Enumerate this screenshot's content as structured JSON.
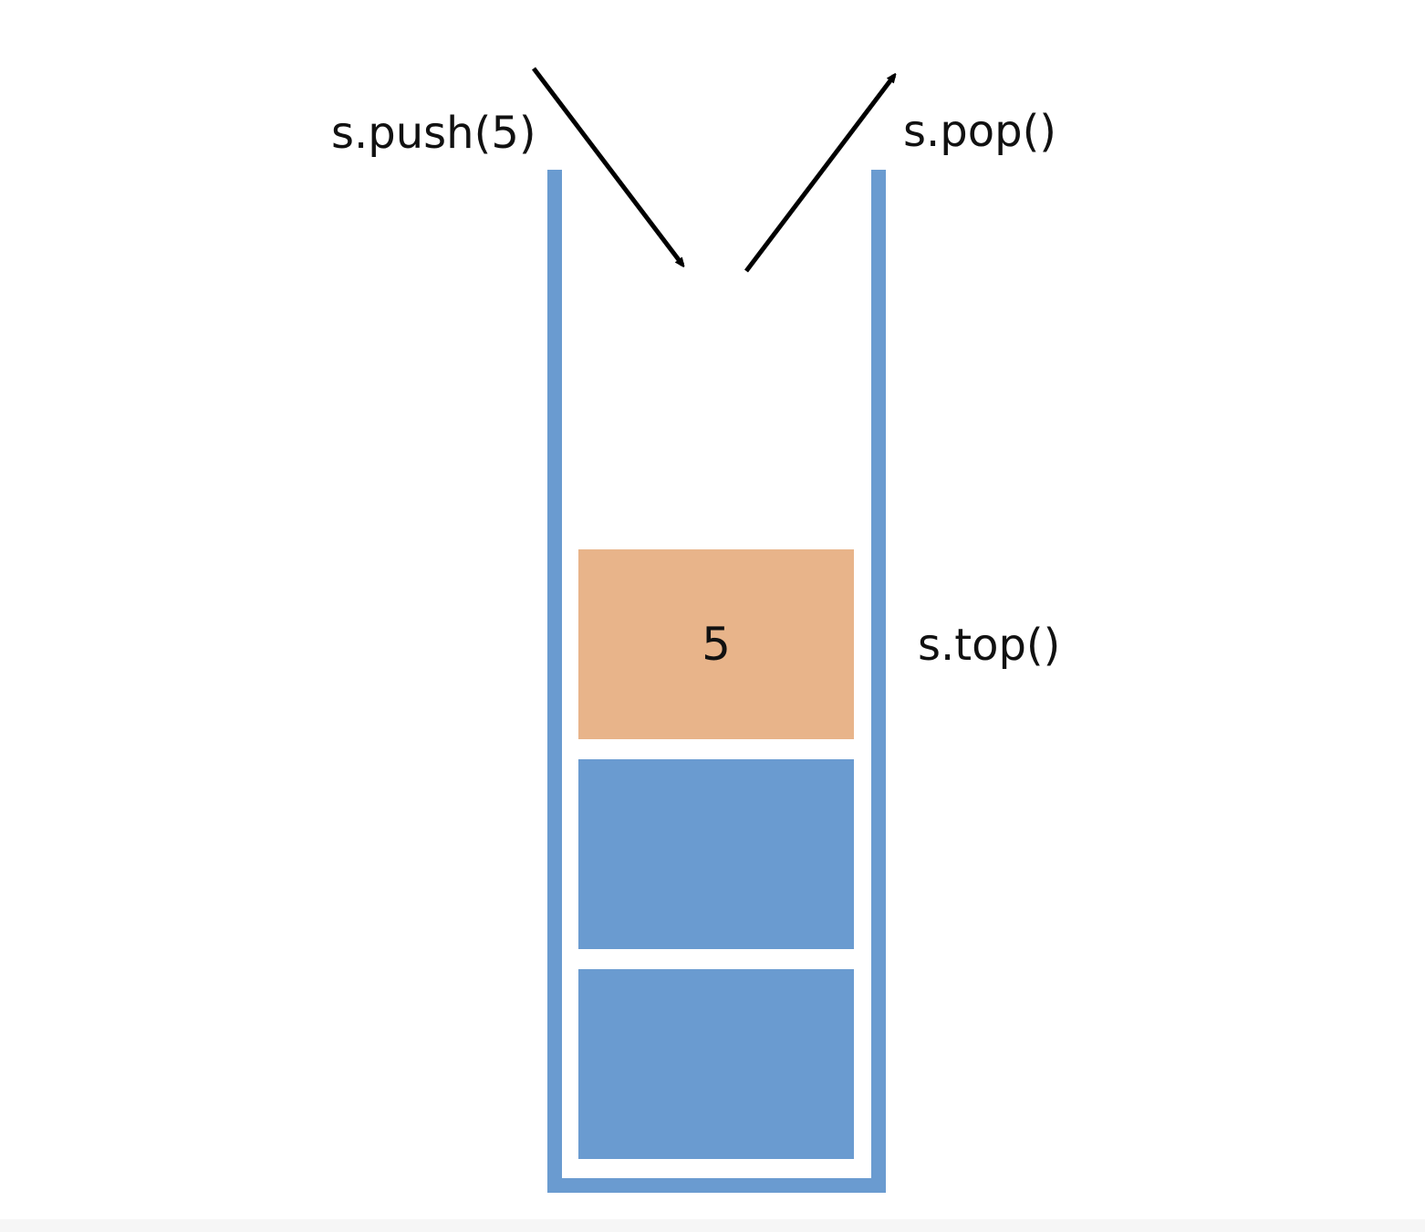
{
  "operations": {
    "push_label": "s.push(5)",
    "pop_label": "s.pop()",
    "top_label": "s.top()"
  },
  "stack": {
    "elements": [
      {
        "value": "5",
        "color": "#e8b48a"
      },
      {
        "value": "",
        "color": "#6a9bd0"
      },
      {
        "value": "",
        "color": "#6a9bd0"
      }
    ],
    "container_color": "#6a9bd0"
  },
  "colors": {
    "arrow": "#000000",
    "text": "#111111",
    "background": "#ffffff"
  }
}
